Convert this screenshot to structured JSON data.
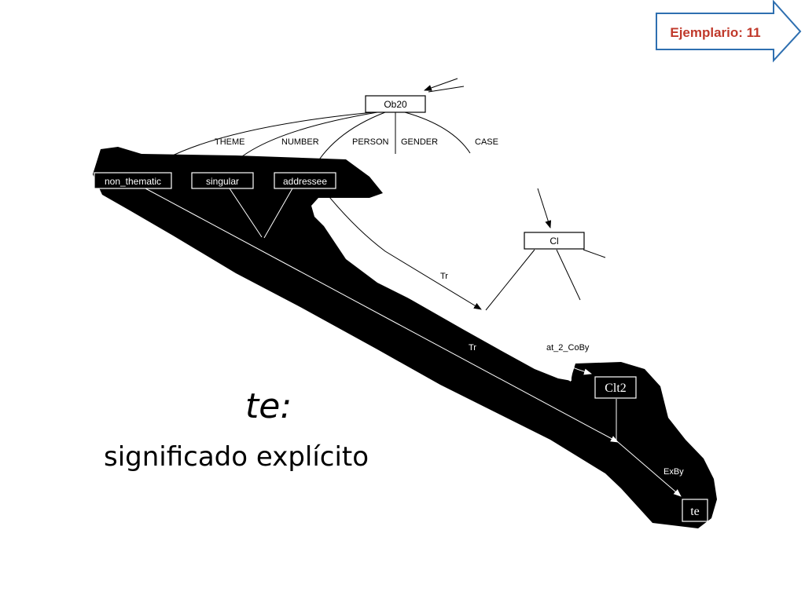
{
  "nav": {
    "label": "Ejemplario: 11",
    "text_color": "#c0392b",
    "border_color": "#2e6fb0"
  },
  "diagram": {
    "nodes": {
      "ob20": "Ob20",
      "non_thematic": "non_thematic",
      "singular": "singular",
      "addressee": "addressee",
      "cl": "Cl",
      "clt2": "Clt2",
      "te": "te"
    },
    "feature_labels": {
      "theme": "THEME",
      "number": "NUMBER",
      "person": "PERSON",
      "gender": "GENDER",
      "case": "CASE"
    },
    "edge_labels": {
      "tr_upper": "Tr",
      "tr_lower": "Tr",
      "at_2_coby": "at_2_CoBy",
      "exby": "ExBy"
    }
  },
  "caption": {
    "title": "te:",
    "subtitle": "significado explícito"
  }
}
